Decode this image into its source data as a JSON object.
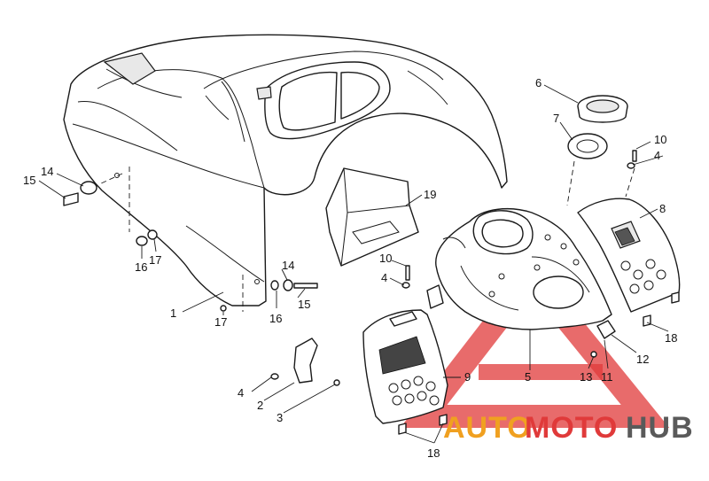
{
  "callouts": [
    {
      "id": "c1",
      "label": "1"
    },
    {
      "id": "c2",
      "label": "2"
    },
    {
      "id": "c3",
      "label": "3"
    },
    {
      "id": "c4a",
      "label": "4"
    },
    {
      "id": "c4b",
      "label": "4"
    },
    {
      "id": "c4c",
      "label": "4"
    },
    {
      "id": "c5",
      "label": "5"
    },
    {
      "id": "c6",
      "label": "6"
    },
    {
      "id": "c7",
      "label": "7"
    },
    {
      "id": "c8",
      "label": "8"
    },
    {
      "id": "c9",
      "label": "9"
    },
    {
      "id": "c10a",
      "label": "10"
    },
    {
      "id": "c10b",
      "label": "10"
    },
    {
      "id": "c11",
      "label": "11"
    },
    {
      "id": "c12",
      "label": "12"
    },
    {
      "id": "c13",
      "label": "13"
    },
    {
      "id": "c14a",
      "label": "14"
    },
    {
      "id": "c14b",
      "label": "14"
    },
    {
      "id": "c15a",
      "label": "15"
    },
    {
      "id": "c15b",
      "label": "15"
    },
    {
      "id": "c16a",
      "label": "16"
    },
    {
      "id": "c16b",
      "label": "16"
    },
    {
      "id": "c17a",
      "label": "17"
    },
    {
      "id": "c17b",
      "label": "17"
    },
    {
      "id": "c18a",
      "label": "18"
    },
    {
      "id": "c18b",
      "label": "18"
    },
    {
      "id": "c19",
      "label": "19"
    }
  ],
  "watermark": {
    "part1": "AUTO",
    "part2": "MOTO",
    "part3": "HUB",
    "colors": {
      "auto": "#f0a020",
      "moto": "#e03a3a",
      "hub": "#5a5a5a"
    }
  }
}
